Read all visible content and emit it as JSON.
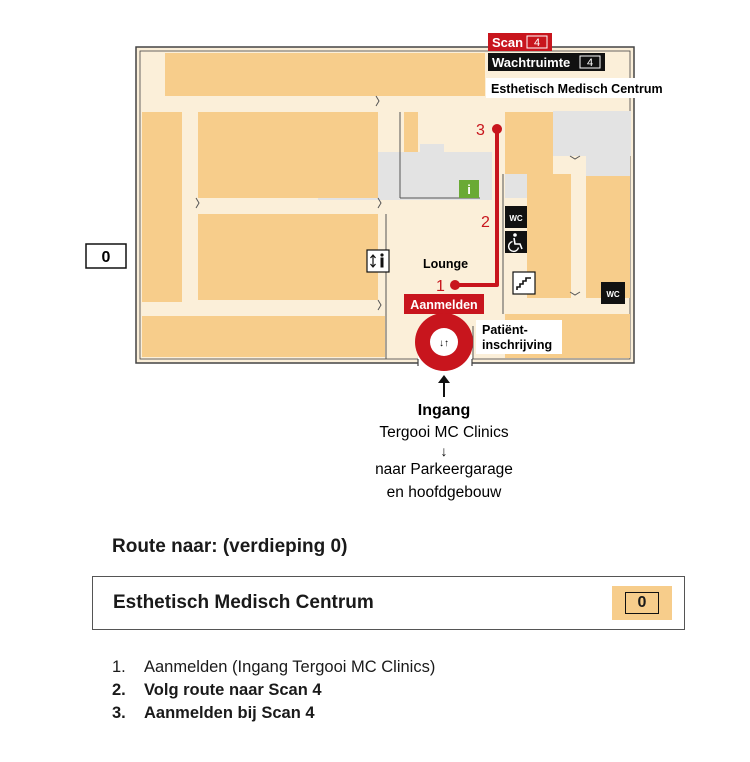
{
  "map": {
    "floor_label": "0",
    "destination_label": "Esthetisch Medisch Centrum",
    "scan_label": "Scan",
    "scan_number": "4",
    "waiting_label": "Wachtruimte",
    "waiting_number": "4",
    "route_step_1": "1",
    "route_step_2": "2",
    "route_step_3": "3",
    "lounge_label": "Lounge",
    "info_symbol": "i",
    "wc_label": "WC",
    "register_label": "Aanmelden",
    "patient_registration_line1": "Patiënt-",
    "patient_registration_line2": "inschrijving",
    "entrance_symbol": "↓↑",
    "entrance_title": "Ingang",
    "entrance_subtitle": "Tergooi MC Clinics",
    "down_arrow": "↓",
    "parking_line1": "naar Parkeergarage",
    "parking_line2": "en hoofdgebouw",
    "icons": [
      "elevator-icon",
      "wheelchair-icon",
      "stairs-icon",
      "info-icon",
      "wc-icon",
      "arrow-up-icon"
    ],
    "colors": {
      "room": "#f7cd8b",
      "corridor": "#fbefd9",
      "grey_area": "#e3e3e3",
      "route": "#c8151d",
      "info": "#6aaa35",
      "dark": "#111111"
    }
  },
  "route": {
    "heading": "Route naar:  (verdieping 0)",
    "destination": "Esthetisch Medisch Centrum",
    "floor": "0",
    "steps": [
      {
        "num": "1.",
        "text": "Aanmelden (Ingang Tergooi MC Clinics)",
        "bold": false
      },
      {
        "num": "2.",
        "text": "Volg route naar Scan 4",
        "bold": true
      },
      {
        "num": "3.",
        "text": "Aanmelden bij Scan 4",
        "bold": true
      }
    ]
  }
}
